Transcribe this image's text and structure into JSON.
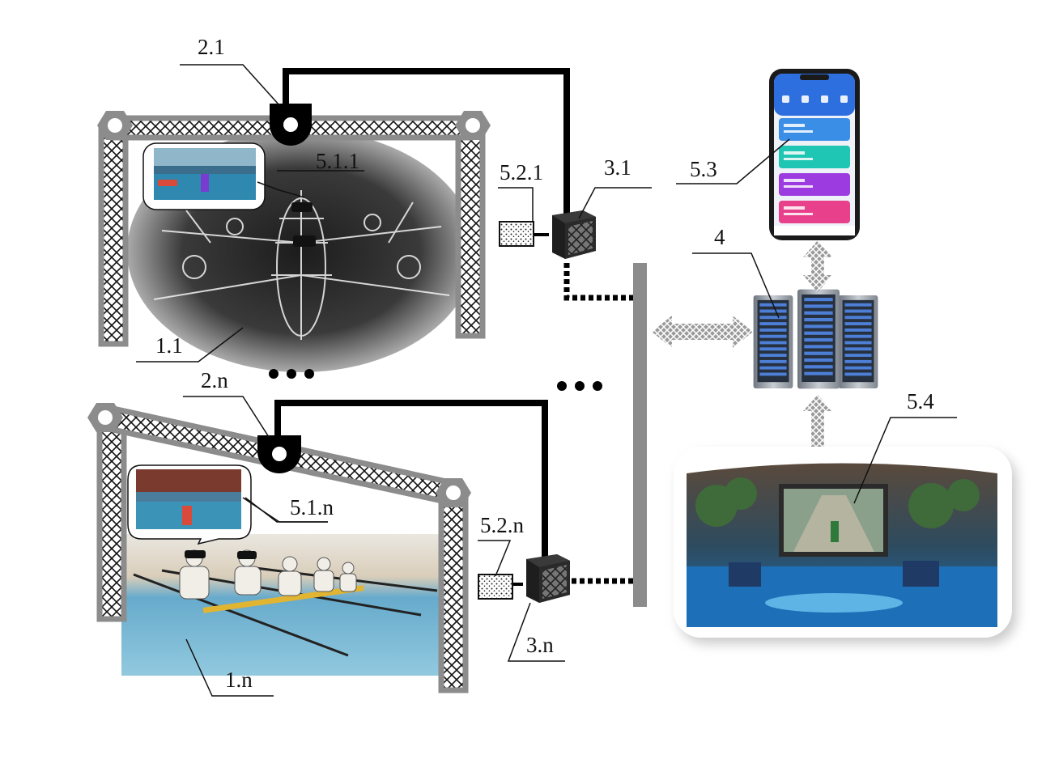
{
  "labels": {
    "mount_1": "2.1",
    "mount_n": "2.n",
    "screen_1": "5.1.1",
    "screen_n": "5.1.n",
    "station_1": "1.1",
    "station_n": "1.n",
    "sensor_1": "5.2.1",
    "sensor_n": "5.2.n",
    "host_1": "3.1",
    "host_n": "3.n",
    "mobile": "5.3",
    "server": "4",
    "big_screen": "5.4"
  },
  "colors": {
    "frame_gray": "#8c8c8c",
    "bus_gray": "#8c8c8c",
    "cable_black": "#000000",
    "app_card_blue": "#3a8ee6",
    "app_card_teal": "#1fc6b3",
    "app_card_purple": "#9b3be0",
    "app_card_pink": "#e8408a",
    "arena_water": "#1d6fb8"
  },
  "icons": {
    "mount": "sensor-mount-icon",
    "host": "computer-host-icon",
    "sensor": "sensor-module-icon",
    "server": "server-rack-icon",
    "phone": "smartphone-icon",
    "arrow": "double-arrow-icon",
    "ellipsis": "ellipsis-dots"
  }
}
